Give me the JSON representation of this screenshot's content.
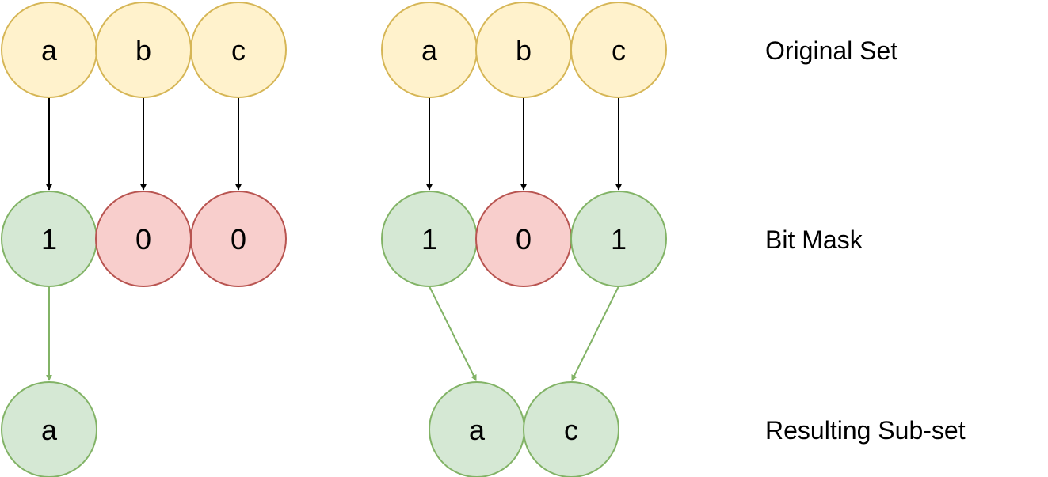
{
  "palette": {
    "element_fill": "#fff2cc",
    "element_stroke": "#d6b656",
    "bit_one_fill": "#d5e8d4",
    "bit_one_stroke": "#82b366",
    "bit_zero_fill": "#f8cecc",
    "bit_zero_stroke": "#b85450",
    "result_fill": "#d5e8d4",
    "result_stroke": "#82b366",
    "arrow_black": "#000000",
    "arrow_green": "#82b366"
  },
  "row_labels": {
    "original_set": "Original Set",
    "bit_mask": "Bit Mask",
    "resulting_subset": "Resulting Sub-set"
  },
  "examples": [
    {
      "original_set": [
        "a",
        "b",
        "c"
      ],
      "bit_mask": [
        "1",
        "0",
        "0"
      ],
      "resulting_subset": [
        "a"
      ]
    },
    {
      "original_set": [
        "a",
        "b",
        "c"
      ],
      "bit_mask": [
        "1",
        "0",
        "1"
      ],
      "resulting_subset": [
        "a",
        "c"
      ]
    }
  ]
}
